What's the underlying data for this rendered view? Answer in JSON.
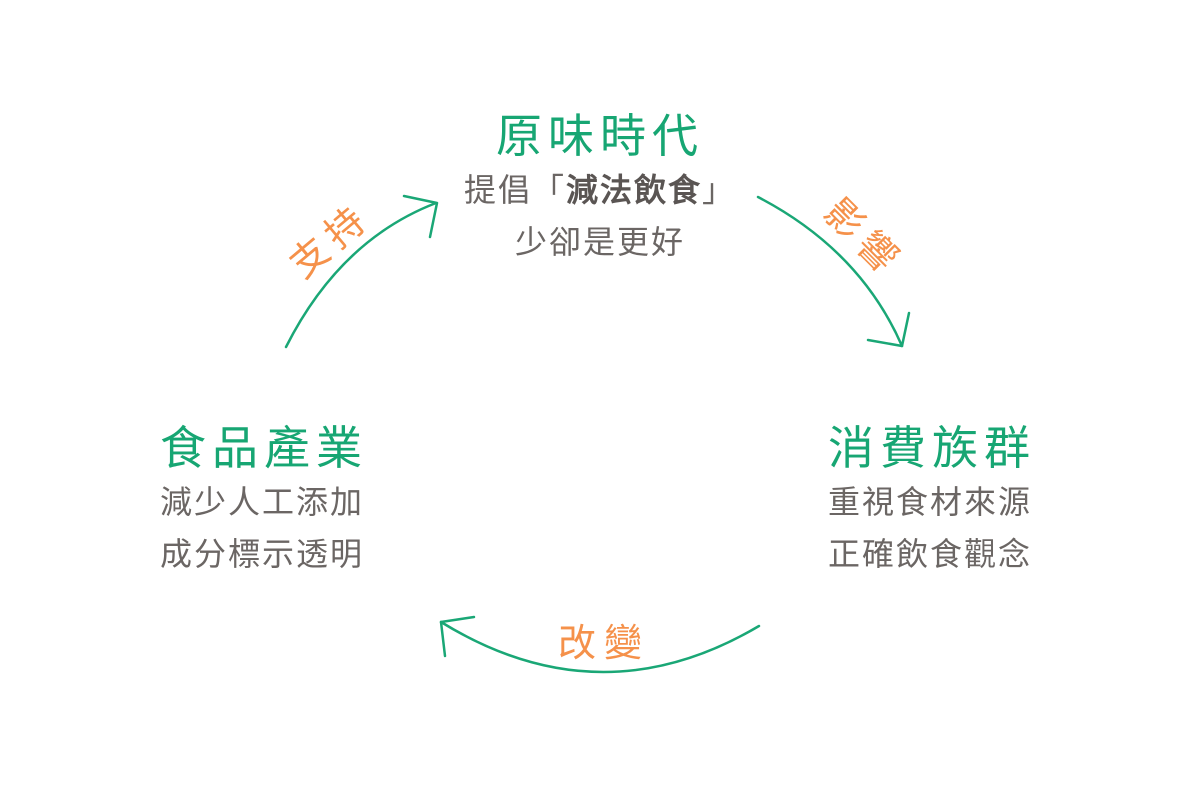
{
  "colors": {
    "title": "#17a673",
    "body_text": "#6b6664",
    "edge_label": "#f5914a",
    "arrow": "#1aa776"
  },
  "nodes": {
    "top": {
      "title": "原味時代",
      "line1_prefix": "提倡「",
      "line1_bold": "減法飲食",
      "line1_suffix": "」",
      "line2": "少卻是更好"
    },
    "left": {
      "title": "食品產業",
      "line1": "減少人工添加",
      "line2": "成分標示透明"
    },
    "right": {
      "title": "消費族群",
      "line1": "重視食材來源",
      "line2": "正確飲食觀念"
    }
  },
  "edges": {
    "support": "支持",
    "influence": "影響",
    "change": "改變"
  }
}
